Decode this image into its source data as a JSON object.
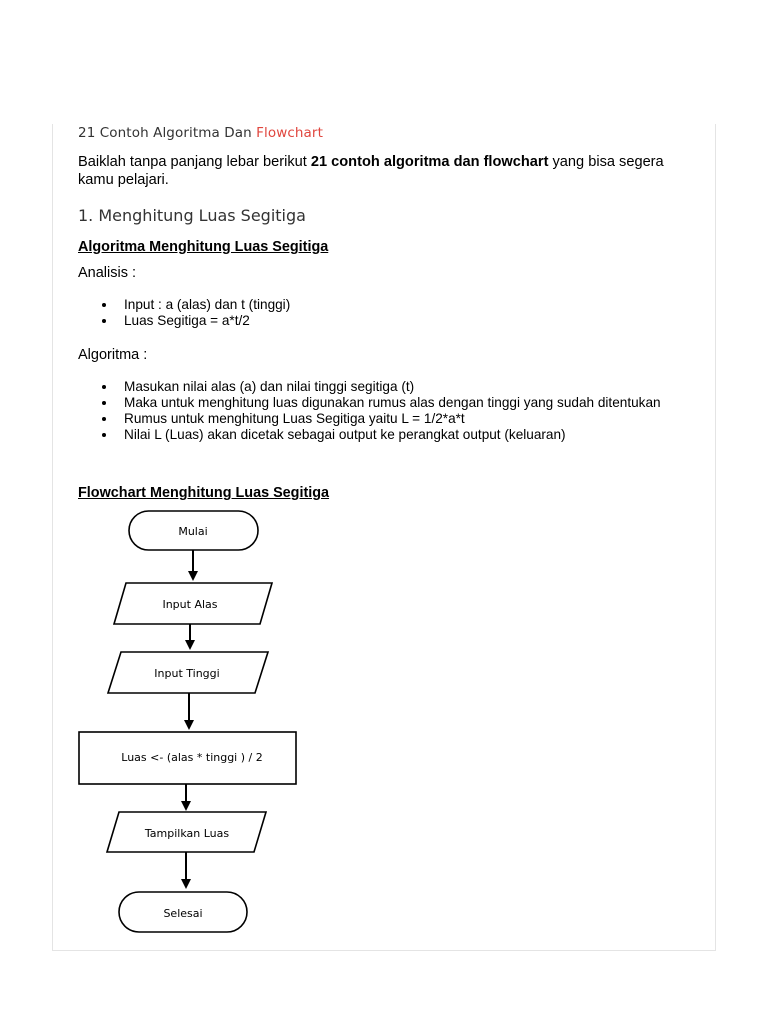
{
  "title": {
    "prefix": "21 Contoh Algoritma Dan ",
    "link": "Flowchart"
  },
  "intro": {
    "before": "Baiklah tanpa panjang lebar berikut ",
    "bold": "21 contoh algoritma dan flowchart",
    "after": " yang bisa segera kamu pelajari."
  },
  "section_heading": "1. Menghitung Luas Segitiga",
  "algoritma_heading": "Algoritma Menghitung Luas Segitiga",
  "analisis_label": "Analisis :",
  "analisis_items": [
    "Input : a (alas) dan t (tinggi)",
    "Luas Segitiga = a*t/2"
  ],
  "algoritma_label": "Algoritma :",
  "algoritma_items": [
    "Masukan nilai alas (a) dan nilai tinggi segitiga (t)",
    "Maka untuk menghitung luas digunakan rumus alas dengan tinggi yang sudah ditentukan",
    "Rumus untuk menghitung Luas Segitiga yaitu L = 1/2*a*t",
    "Nilai L (Luas) akan dicetak sebagai output ke perangkat output (keluaran)"
  ],
  "flowchart_heading": "Flowchart Menghitung Luas Segitiga",
  "flowchart": {
    "mulai": "Mulai",
    "input_alas": "Input Alas",
    "input_tinggi": "Input Tinggi",
    "proses": "Luas <- (alas * tinggi ) / 2",
    "tampilkan": "Tampilkan Luas",
    "selesai": "Selesai"
  }
}
